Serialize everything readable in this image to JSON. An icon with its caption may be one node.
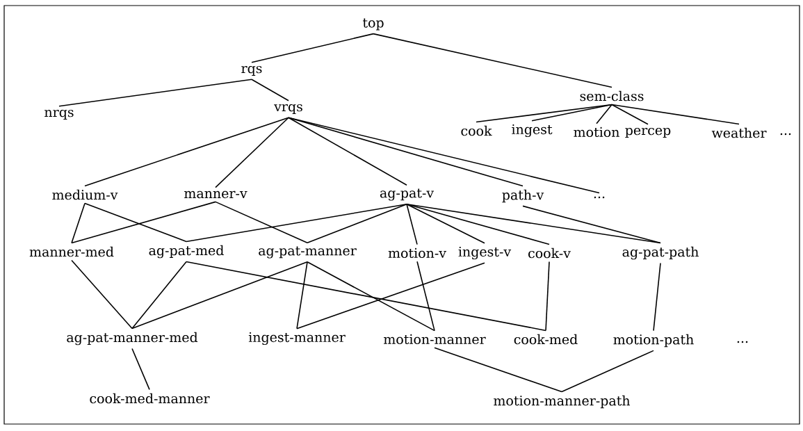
{
  "diagram": {
    "nodes": [
      {
        "text": [
          "top"
        ]
      },
      {
        "text": [
          "rqs"
        ]
      },
      {
        "text": [
          "sem-class"
        ]
      },
      {
        "text": [
          "nrqs"
        ]
      },
      {
        "text": [
          "vrqs"
        ]
      },
      {
        "text": [
          "cook"
        ]
      },
      {
        "text": [
          "ingest"
        ]
      },
      {
        "text": [
          "motion"
        ]
      },
      {
        "text": [
          "percep"
        ]
      },
      {
        "text": [
          "weather"
        ]
      },
      {
        "text": [
          "medium-v"
        ]
      },
      {
        "text": [
          "manner-v"
        ]
      },
      {
        "text": [
          "ag-pat-v"
        ]
      },
      {
        "text": [
          "path-v"
        ]
      },
      {
        "text": [
          "..."
        ]
      },
      {
        "text": [
          "manner-med"
        ]
      },
      {
        "text": [
          "ag-pat-med"
        ]
      },
      {
        "text": [
          "ag-pat-manner"
        ]
      },
      {
        "text": [
          "motion-v"
        ]
      },
      {
        "text": [
          "ingest-v"
        ]
      },
      {
        "text": [
          "cook-v"
        ]
      },
      {
        "text": [
          "ag-pat-path"
        ]
      },
      {
        "text": [
          "ag-pat-manner-med"
        ]
      },
      {
        "text": [
          "ingest-manner"
        ]
      },
      {
        "text": [
          "motion-manner"
        ]
      },
      {
        "text": [
          "cook-med"
        ]
      },
      {
        "text": [
          "motion-path"
        ]
      },
      {
        "text": [
          "cook-med-manner"
        ]
      },
      {
        "text": [
          "motion-manner-path"
        ]
      }
    ],
    "edges": [
      {
        "from": 0,
        "to": 1,
        "arrow": "none"
      },
      {
        "from": 0,
        "to": 2,
        "arrow": "none"
      },
      {
        "from": 1,
        "to": 3,
        "arrow": "none"
      },
      {
        "from": 1,
        "to": 4,
        "arrow": "none"
      },
      {
        "from": 2,
        "to": 5,
        "arrow": "none"
      },
      {
        "from": 2,
        "to": 6,
        "arrow": "none"
      },
      {
        "from": 2,
        "to": 7,
        "arrow": "none"
      },
      {
        "from": 2,
        "to": 8,
        "arrow": "none"
      },
      {
        "from": 2,
        "to": 9,
        "arrow": "none"
      },
      {
        "from": 4,
        "to": 10,
        "arrow": "none"
      },
      {
        "from": 4,
        "to": 11,
        "arrow": "none"
      },
      {
        "from": 4,
        "to": 12,
        "arrow": "none"
      },
      {
        "from": 4,
        "to": 13,
        "arrow": "none"
      },
      {
        "from": 4,
        "to": 14,
        "arrow": "none"
      },
      {
        "from": 10,
        "to": 15,
        "arrow": "none"
      },
      {
        "from": 10,
        "to": 16,
        "arrow": "none"
      },
      {
        "from": 11,
        "to": 15,
        "arrow": "none"
      },
      {
        "from": 11,
        "to": 17,
        "arrow": "none"
      },
      {
        "from": 12,
        "to": 16,
        "arrow": "none"
      },
      {
        "from": 12,
        "to": 17,
        "arrow": "none"
      },
      {
        "from": 12,
        "to": 18,
        "arrow": "none"
      },
      {
        "from": 12,
        "to": 19,
        "arrow": "none"
      },
      {
        "from": 12,
        "to": 20,
        "arrow": "none"
      },
      {
        "from": 12,
        "to": 21,
        "arrow": "none"
      },
      {
        "from": 13,
        "to": 21,
        "arrow": "none"
      },
      {
        "from": 15,
        "to": 22,
        "arrow": "none"
      },
      {
        "from": 16,
        "to": 22,
        "arrow": "none"
      },
      {
        "from": 17,
        "to": 22,
        "arrow": "none"
      },
      {
        "from": 16,
        "to": 25,
        "arrow": "none"
      },
      {
        "from": 17,
        "to": 23,
        "arrow": "none"
      },
      {
        "from": 17,
        "to": 24,
        "arrow": "none"
      },
      {
        "from": 18,
        "to": 24,
        "arrow": "none"
      },
      {
        "from": 19,
        "to": 23,
        "arrow": "none"
      },
      {
        "from": 20,
        "to": 25,
        "arrow": "none"
      },
      {
        "from": 21,
        "to": 26,
        "arrow": "none"
      },
      {
        "from": 22,
        "to": 27,
        "arrow": "none"
      },
      {
        "from": 24,
        "to": 28,
        "arrow": "none"
      },
      {
        "from": 26,
        "to": 28,
        "arrow": "none"
      }
    ],
    "labels": [
      "...",
      "..."
    ]
  }
}
